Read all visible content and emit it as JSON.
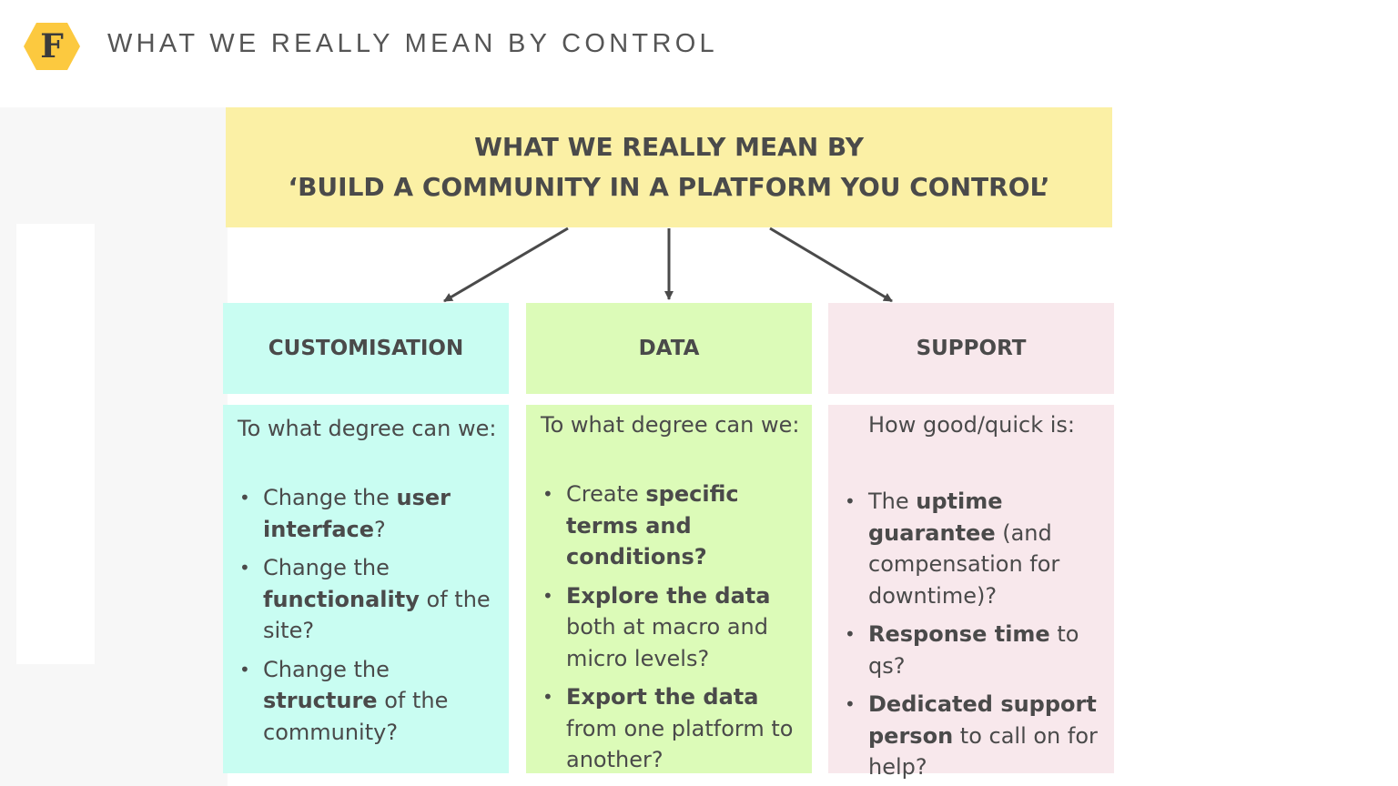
{
  "logo": {
    "letter": "F",
    "color": "#fcc93f"
  },
  "page_title": "WHAT WE REALLY MEAN BY CONTROL",
  "banner": {
    "line1": "WHAT WE REALLY MEAN BY",
    "line2": "‘BUILD A COMMUNITY IN A PLATFORM YOU CONTROL’",
    "color": "#fbf0a5"
  },
  "columns": [
    {
      "heading": "CUSTOMISATION",
      "color": "#c9fdf2",
      "intro": "To what degree can we:",
      "points": [
        {
          "a": "Change the ",
          "b": "user interface",
          "c": "?"
        },
        {
          "a": "Change the ",
          "b": "functionality",
          "c": " of the site?"
        },
        {
          "a": "Change the ",
          "b": "structure",
          "c": " of the community?"
        }
      ]
    },
    {
      "heading": "DATA",
      "color": "#dcfbb8",
      "intro": "To what degree can we:",
      "points": [
        {
          "a": "Create ",
          "b": "specific terms and conditions?",
          "c": ""
        },
        {
          "a": "",
          "b": "Explore the data",
          "c": " both at macro and micro levels?"
        },
        {
          "a": "",
          "b": "Export the data",
          "c": " from one platform to another?"
        }
      ]
    },
    {
      "heading": "SUPPORT",
      "color": "#f8e8ec",
      "intro": "How good/quick is:",
      "points": [
        {
          "a": "The ",
          "b": "uptime guarantee",
          "c": " (and compensation for downtime)?"
        },
        {
          "a": "",
          "b": "Response time",
          "c": " to qs?"
        },
        {
          "a": "",
          "b": "Dedicated support person",
          "c": " to call on for help?"
        }
      ]
    }
  ]
}
